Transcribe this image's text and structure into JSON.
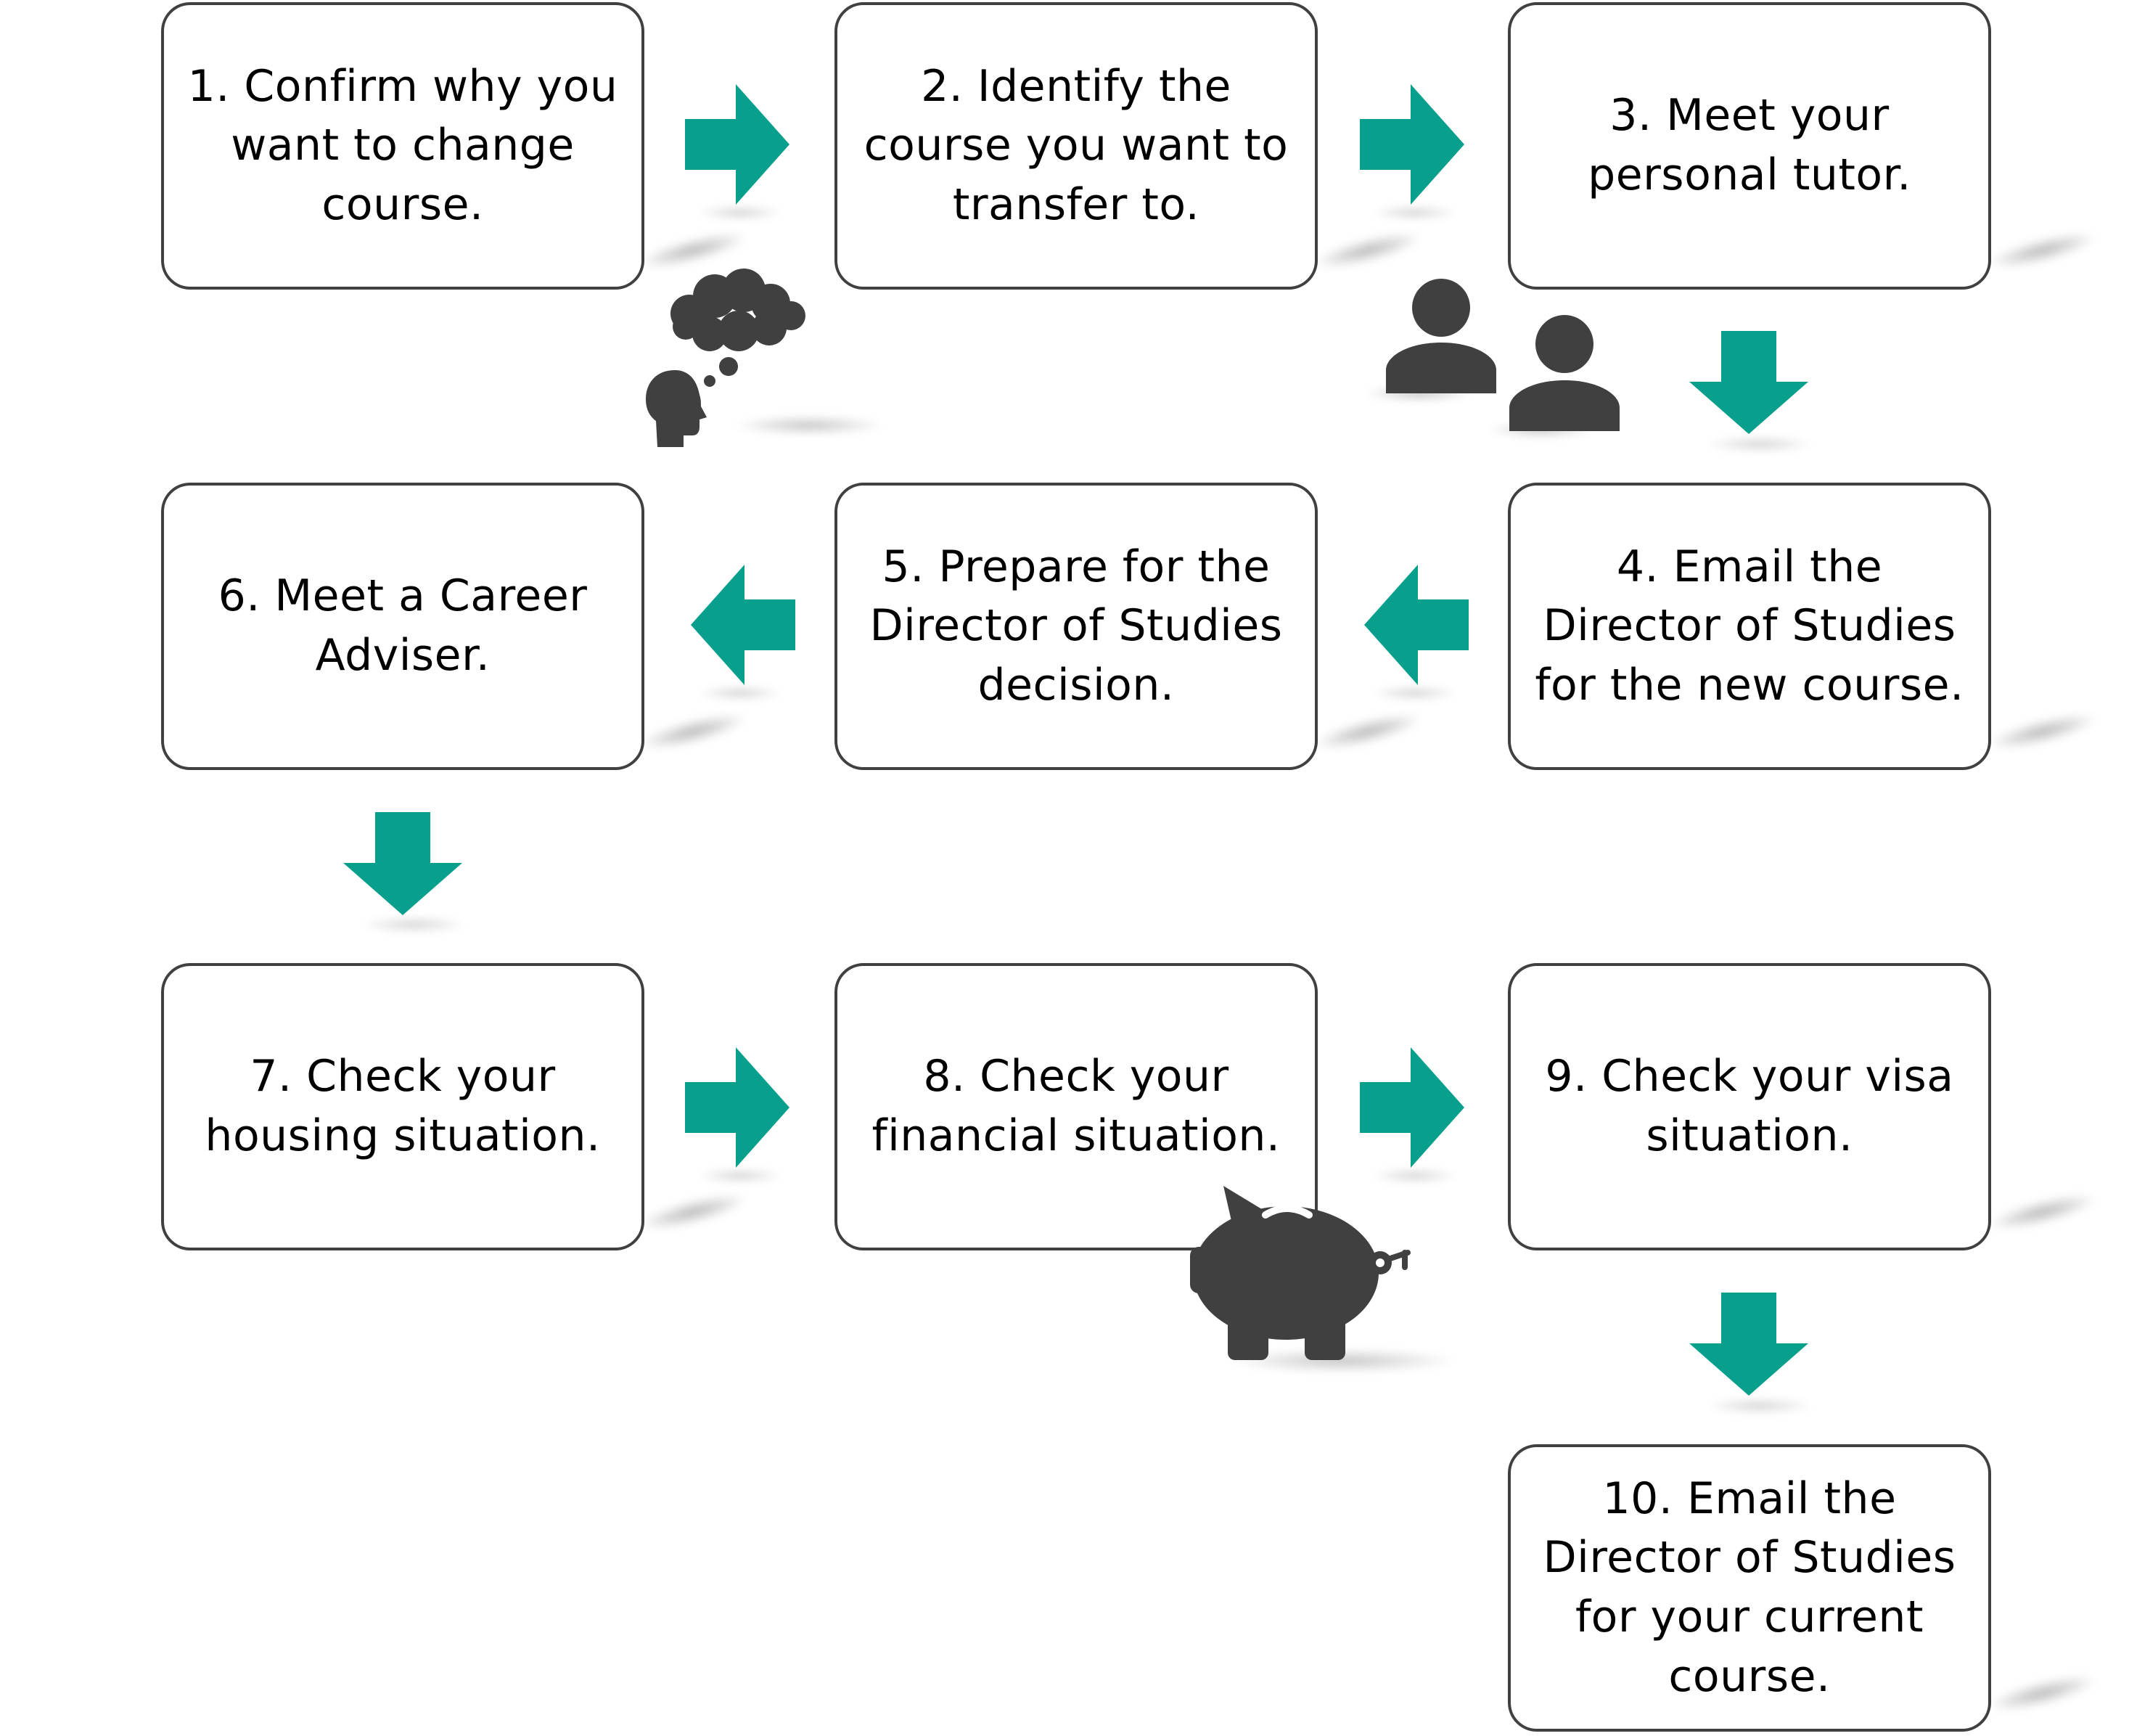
{
  "colors": {
    "arrow": "#08a08c",
    "box_border": "#404040",
    "icon": "#404040",
    "text": "#000000"
  },
  "steps": [
    {
      "label": "1. Confirm why you want to change course."
    },
    {
      "label": "2. Identify the course you want to transfer to."
    },
    {
      "label": "3. Meet your personal tutor."
    },
    {
      "label": "4. Email the Director of Studies for the new course."
    },
    {
      "label": "5. Prepare for the Director of Studies decision."
    },
    {
      "label": "6. Meet a Career Adviser."
    },
    {
      "label": "7. Check your housing situation."
    },
    {
      "label": "8. Check your financial situation."
    },
    {
      "label": "9. Check your visa situation."
    },
    {
      "label": "10. Email the Director of Studies for your current course."
    }
  ],
  "connectors": [
    {
      "from": 1,
      "to": 2,
      "direction": "right"
    },
    {
      "from": 2,
      "to": 3,
      "direction": "right"
    },
    {
      "from": 3,
      "to": 4,
      "direction": "down"
    },
    {
      "from": 4,
      "to": 5,
      "direction": "left"
    },
    {
      "from": 5,
      "to": 6,
      "direction": "left"
    },
    {
      "from": 6,
      "to": 7,
      "direction": "down"
    },
    {
      "from": 7,
      "to": 8,
      "direction": "right"
    },
    {
      "from": 8,
      "to": 9,
      "direction": "right"
    },
    {
      "from": 9,
      "to": 10,
      "direction": "down"
    }
  ],
  "icons": [
    {
      "name": "thinking-head-icon"
    },
    {
      "name": "people-icon"
    },
    {
      "name": "piggy-bank-icon"
    }
  ]
}
